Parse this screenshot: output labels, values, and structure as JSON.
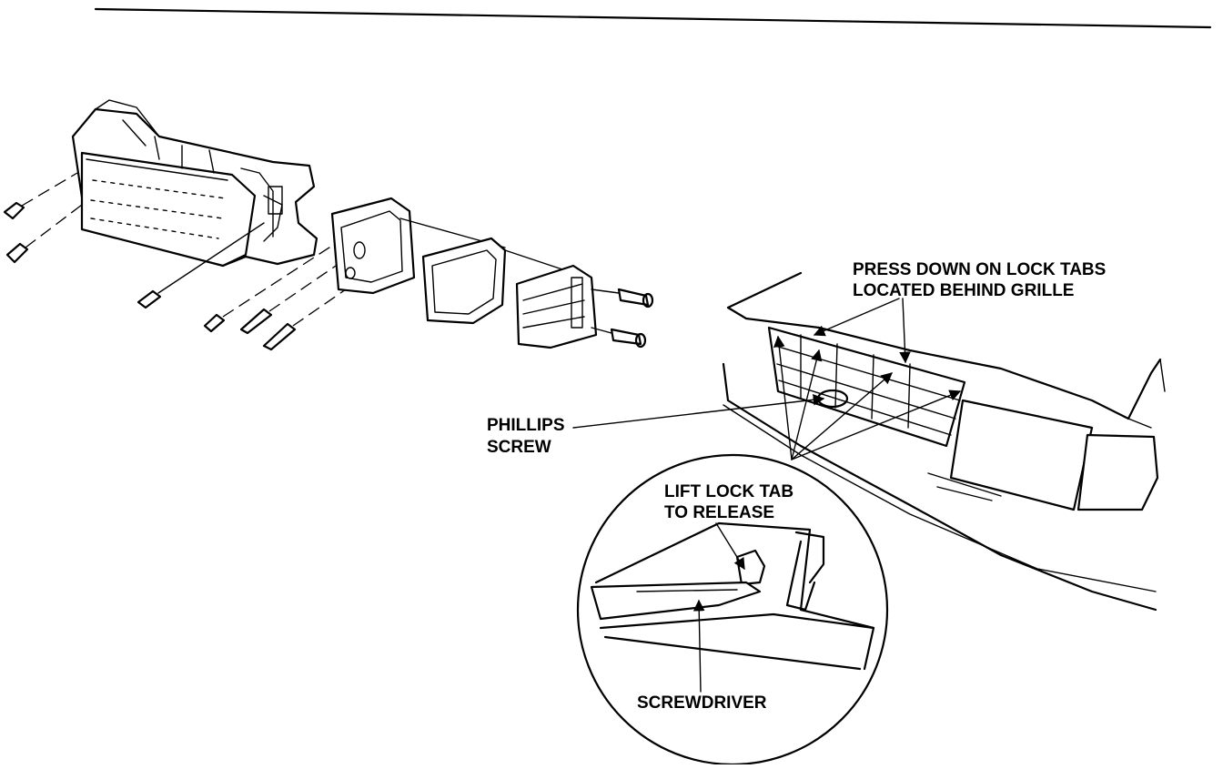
{
  "labels": {
    "press_down_line1": "PRESS DOWN ON LOCK TABS",
    "press_down_line2": "LOCATED BEHIND GRILLE",
    "phillips_line1": "PHILLIPS",
    "phillips_line2": "SCREW",
    "lift_lock_line1": "LIFT LOCK TAB",
    "lift_lock_line2": "TO RELEASE",
    "screwdriver": "SCREWDRIVER"
  }
}
